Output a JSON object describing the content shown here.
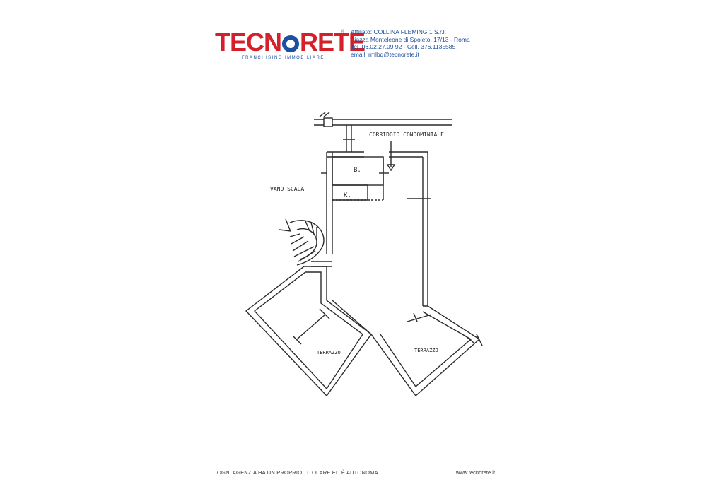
{
  "header": {
    "logo_tecno": "TECN",
    "logo_rete": "RETE",
    "logo_reg": "®",
    "logo_sub": "FRANCHISING IMMOBILIARE",
    "agency_line1": "Affiliato: COLLINA FLEMING 1 S.r.l.",
    "agency_line2": "Piazza Monteleone di Spoleto, 17/13 - Roma",
    "agency_line3": "Tel. 06.02.27.09 92 - Cell. 376.1135585",
    "agency_line4": "email: rmlbq@tecnorete.it"
  },
  "plan": {
    "corridor_label": "CORRIDOIO  CONDOMINIALE",
    "stair_label": "VANO SCALA",
    "bath_label": "B.",
    "kitchen_label": "K.",
    "terrace_left_label": "TERRAZZO",
    "terrace_right_label": "TERRAZZO"
  },
  "footer": {
    "disclaimer": "OGNI AGENZIA HA UN PROPRIO TITOLARE ED È AUTONOMA",
    "website": "www.tecnorete.it"
  },
  "colors": {
    "brand_red": "#d4202a",
    "brand_blue": "#1c4fa0",
    "drawing_ink": "#2a2a2a"
  }
}
